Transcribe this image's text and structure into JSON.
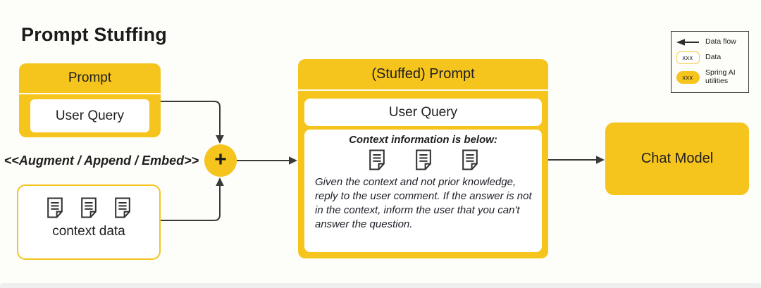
{
  "title": "Prompt Stuffing",
  "colors": {
    "brand_yellow": "#F5C41D",
    "arrow_dark": "#3A3A3A",
    "background": "#FDFDF9",
    "footer_bar": "#EFEFEF"
  },
  "prompt_box": {
    "header": "Prompt",
    "item": "User Query"
  },
  "augment_label": "<<Augment / Append / Embed>>",
  "context_box": {
    "label": "context data",
    "doc_icon_count": 3
  },
  "plus_label": "+",
  "stuffed_box": {
    "header": "(Stuffed) Prompt",
    "user_query": "User Query",
    "context_heading": "Context information is below:",
    "doc_icon_count": 3,
    "instruction": "Given the context and not prior knowledge, reply to the user comment. If the answer is not in the context, inform the user that you can't answer the question."
  },
  "chat_model_label": "Chat Model",
  "legend": {
    "items": [
      {
        "symbol": "arrow-left-icon",
        "label": "Data flow"
      },
      {
        "symbol": "data-chip",
        "chip_text": "xxx",
        "label": "Data"
      },
      {
        "symbol": "spring-ai-chip",
        "chip_text": "xxx",
        "label": "Spring AI utilities"
      }
    ]
  }
}
